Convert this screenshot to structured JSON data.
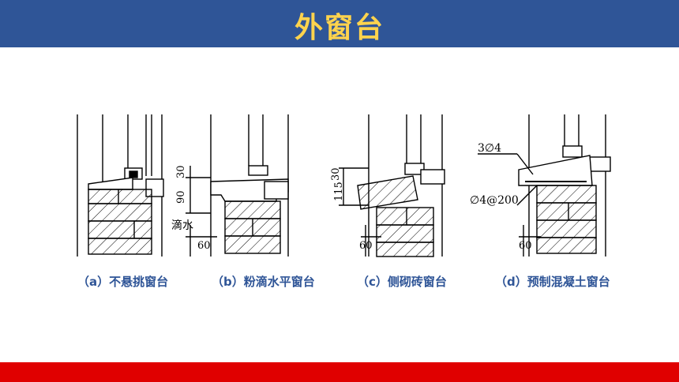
{
  "page": {
    "title": "外窗台",
    "header_color": "#2f5597",
    "title_color": "#ffd34d",
    "footer_color": "#e00000"
  },
  "figures": [
    {
      "caption": "（a）不悬挑窗台",
      "labels": []
    },
    {
      "caption": "（b）粉滴水平窗台",
      "labels": [
        "30",
        "90",
        "滴水",
        "60"
      ]
    },
    {
      "caption": "（c）侧砌砖窗台",
      "labels": [
        "115",
        "30",
        "60"
      ]
    },
    {
      "caption": "（d）预制混凝土窗台",
      "labels": [
        "3∅4",
        "∅4@200",
        "60"
      ]
    }
  ]
}
